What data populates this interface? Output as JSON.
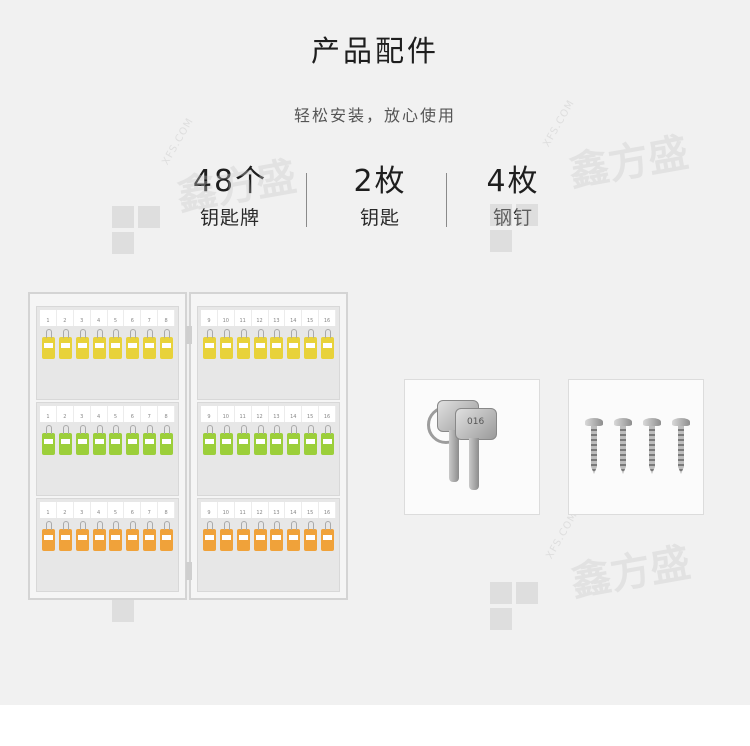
{
  "header": {
    "title": "产品配件",
    "subtitle": "轻松安装，放心使用"
  },
  "stats": [
    {
      "number": "48个",
      "label": "钥匙牌"
    },
    {
      "number": "2枚",
      "label": "钥匙"
    },
    {
      "number": "4枚",
      "label": "钢钉"
    }
  ],
  "watermark": {
    "brand": "鑫方盛",
    "site": "XFS.COM"
  },
  "cabinet": {
    "label_numbers": [
      "1",
      "2",
      "3",
      "4",
      "5",
      "6",
      "7",
      "8",
      "9",
      "10",
      "11",
      "12",
      "13",
      "14",
      "15",
      "16"
    ],
    "tag_colors": [
      "#e8d23a",
      "#9ccf3a",
      "#f0a23a"
    ]
  },
  "key_engraving": "016"
}
